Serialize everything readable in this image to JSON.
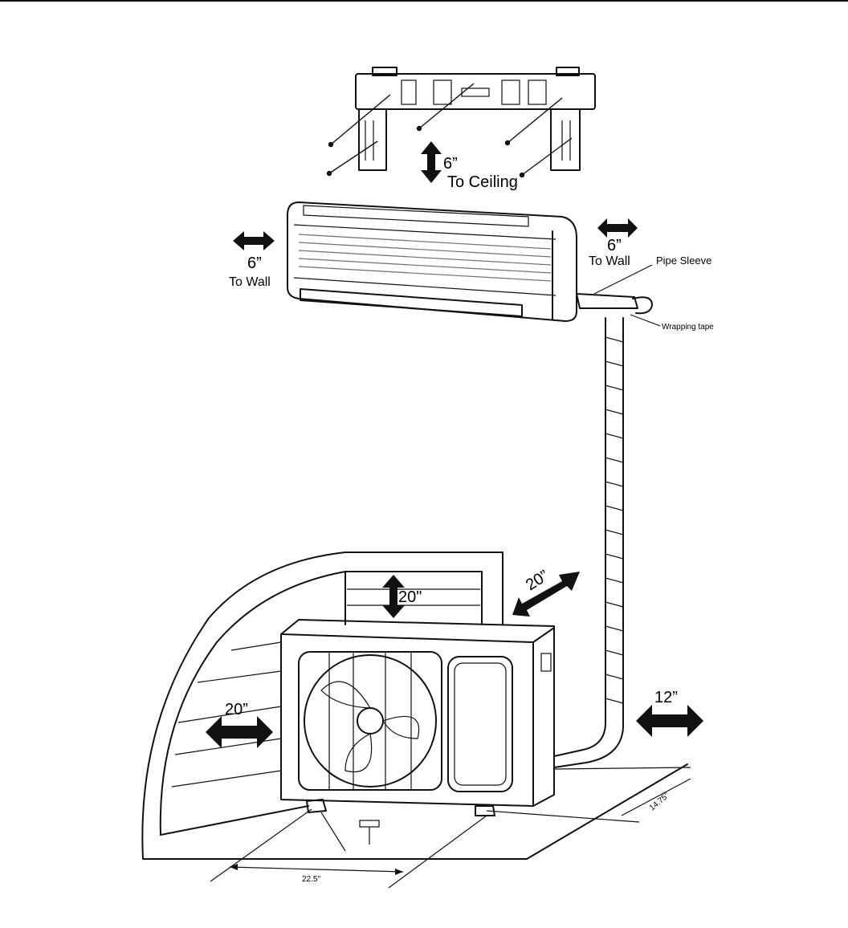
{
  "labels": {
    "ceiling_dim": "6”",
    "ceiling_text": "To Ceiling",
    "left_wall_dim": "6”",
    "left_wall_text": "To Wall",
    "right_wall_dim": "6”",
    "right_wall_text": "To Wall",
    "pipe_sleeve": "Pipe Sleeve",
    "wrapping_tape": "Wrapping tape",
    "outdoor_top": "20\"",
    "outdoor_rear": "20”",
    "outdoor_left": "20”",
    "outdoor_right": "12”",
    "depth": "14.75\"",
    "width": "22.5\""
  },
  "colors": {
    "ink": "#111111",
    "paper": "#ffffff"
  }
}
